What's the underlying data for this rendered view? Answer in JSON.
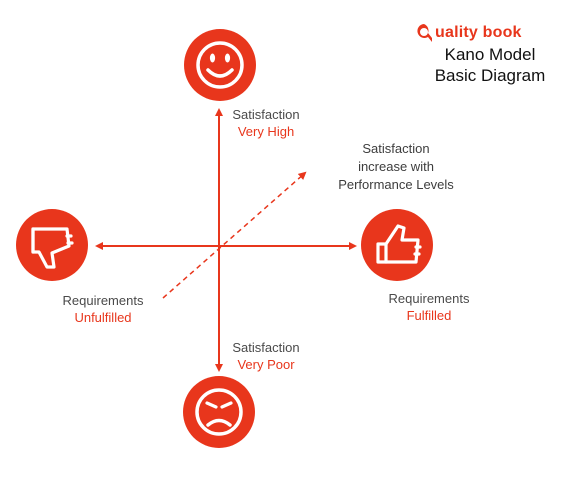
{
  "brand": {
    "logo_text": "uality book",
    "accent_color": "#e8361c"
  },
  "title": {
    "line1": "Kano Model",
    "line2": "Basic Diagram"
  },
  "axes": {
    "top": {
      "line1": "Satisfaction",
      "line2": "Very High",
      "icon": "smiley-face-icon"
    },
    "bottom": {
      "line1": "Satisfaction",
      "line2": "Very Poor",
      "icon": "sad-face-icon"
    },
    "left": {
      "line1": "Requirements",
      "line2": "Unfulfilled",
      "icon": "thumbs-down-icon"
    },
    "right": {
      "line1": "Requirements",
      "line2": "Fulfilled",
      "icon": "thumbs-up-icon"
    }
  },
  "diagonal": {
    "line1": "Satisfaction",
    "line2": "increase with",
    "line3": "Performance Levels"
  }
}
